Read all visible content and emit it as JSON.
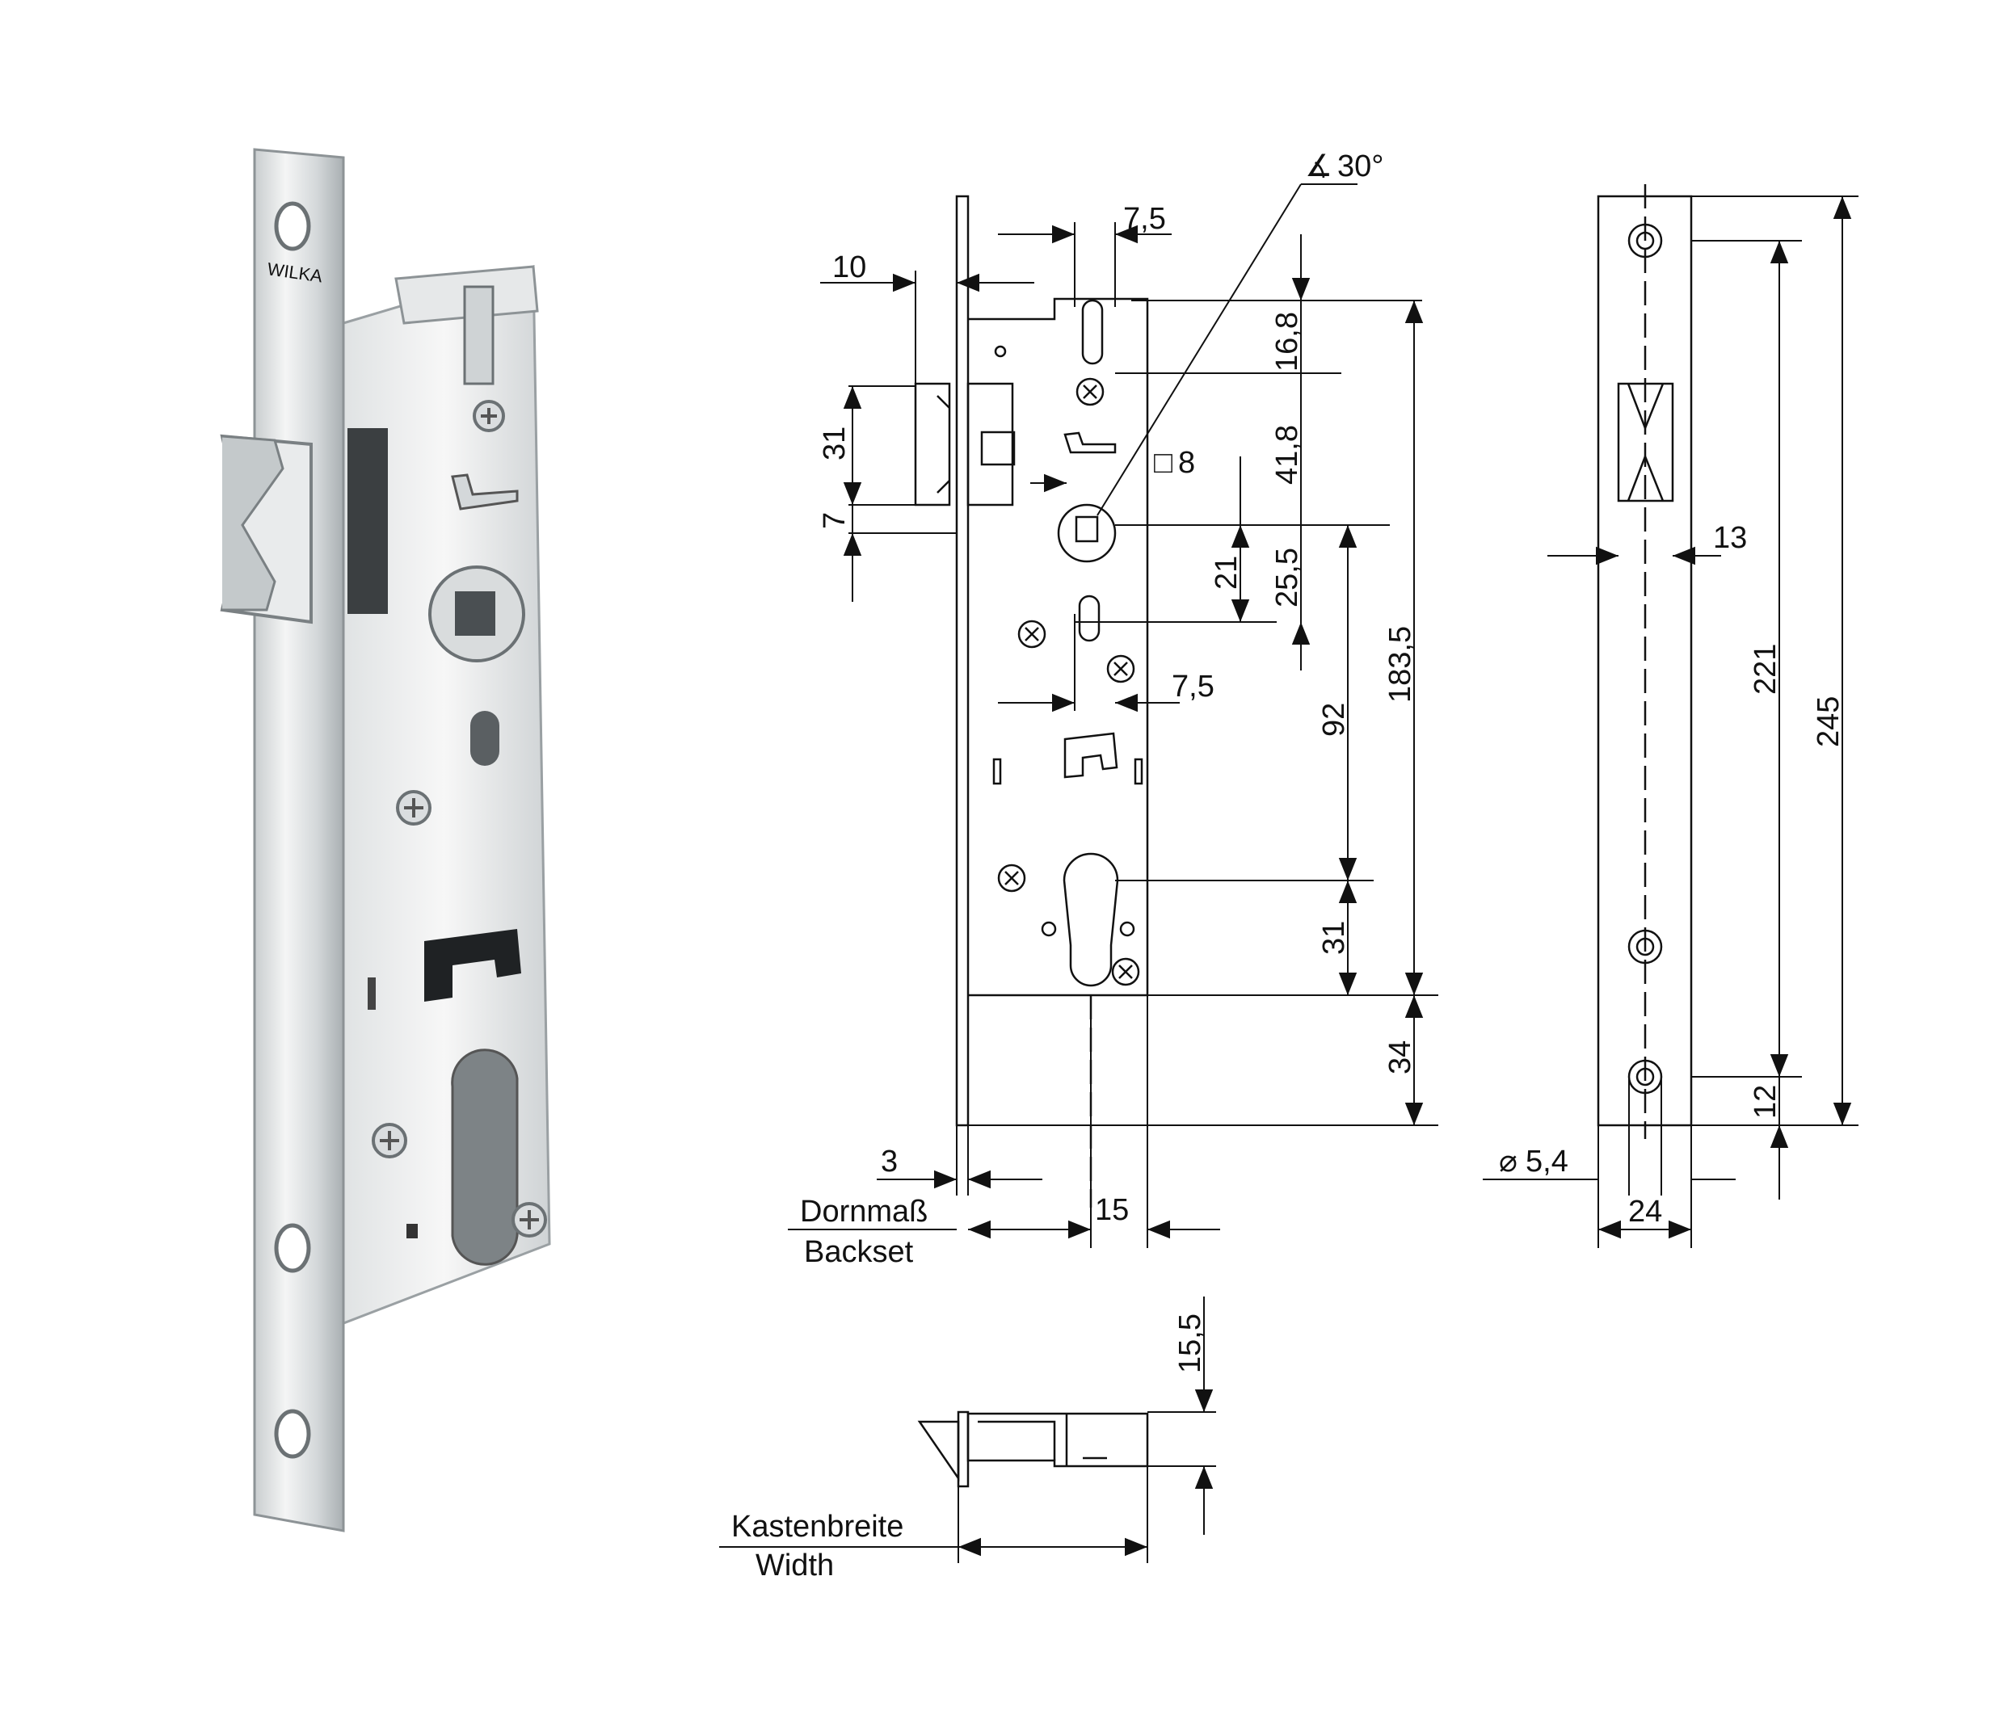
{
  "photo": {
    "brand_text": "WILKA"
  },
  "front_view": {
    "dims": {
      "d_7_5_top": "7,5",
      "d_10": "10",
      "d_16_8": "16,8",
      "d_angle": "30°",
      "d_31_latch": "31",
      "d_41_8": "41,8",
      "d_square": "8",
      "d_7": "7",
      "d_21": "21",
      "d_25_5": "25,5",
      "d_183_5": "183,5",
      "d_7_5_mid": "7,5",
      "d_92": "92",
      "d_31_cyl": "31",
      "d_34": "34",
      "d_3": "3",
      "d_15": "15"
    },
    "backset_label_de": "Dornmaß",
    "backset_label_en": "Backset"
  },
  "side_view": {
    "dims": {
      "d_13": "13",
      "d_221": "221",
      "d_245": "245",
      "d_12": "12",
      "d_hole": "5,4",
      "d_24": "24"
    }
  },
  "bottom_view": {
    "dims": {
      "d_15_5": "15,5"
    },
    "width_label_de": "Kastenbreite",
    "width_label_en": "Width"
  },
  "colors": {
    "line": "#111111",
    "steel_light": "#e8eaeb",
    "steel_dark": "#9aa0a3",
    "slot_dark": "#222222"
  }
}
